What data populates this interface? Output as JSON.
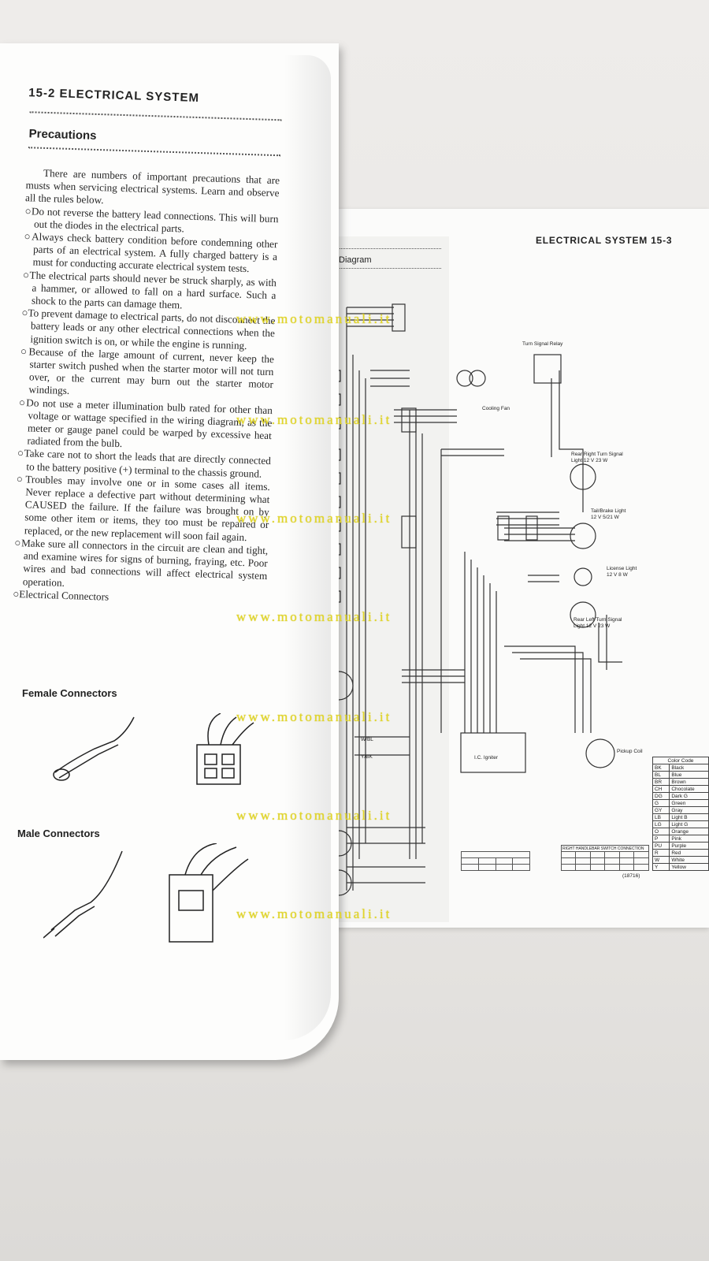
{
  "left_page": {
    "header": "15-2 ELECTRICAL SYSTEM",
    "section_title": "Precautions",
    "paragraphs": [
      "There are numbers of important precautions that are musts when servicing electrical systems. Learn and observe all the rules below.",
      "○Do not reverse the battery lead connections. This will burn out the diodes in the electrical parts.",
      "○Always check battery condition before condemning other parts of an electrical system. A fully charged battery is a must for conducting accurate electrical system tests.",
      "○The electrical parts should never be struck sharply, as with a hammer, or allowed to fall on a hard surface. Such a shock to the parts can damage them.",
      "○To prevent damage to electrical parts, do not disconnect the battery leads or any other electrical connections when the ignition switch is on, or while the engine is running.",
      "○Because of the large amount of current, never keep the starter switch pushed when the starter motor will not turn over, or the current may burn out the starter motor windings.",
      "○Do not use a meter illumination bulb rated for other than voltage or wattage specified in the wiring diagram, as the meter or gauge panel could be warped by excessive heat radiated from the bulb.",
      "○Take care not to short the leads that are directly connected to the battery positive (+) terminal to the chassis ground.",
      "○Troubles may involve one or in some cases all items. Never replace a defective part without determining what CAUSED the failure. If the failure was brought on by some other item or items, they too must be repaired or replaced, or the new replacement will soon fail again.",
      "○Make sure all connectors in the circuit are clean and tight, and examine wires for signs of burning, fraying, etc. Poor wires and bad connections will affect electrical system operation.",
      "○Electrical Connectors"
    ],
    "female_label": "Female Connectors",
    "male_label": "Male Connectors"
  },
  "right_page": {
    "header": "ELECTRICAL SYSTEM 15-3",
    "subheader": "Diagram",
    "labels": {
      "turn_relay": "Turn Signal Relay",
      "cooling_fan": "Cooling Fan",
      "rear_right": "Rear Right Turn Signal\nLight 12 V 23 W",
      "tail_brake": "Tail/Brake Light\n12 V 5/21 W",
      "license": "License Light\n12 V 8 W",
      "rear_left": "Rear Left Turn Signal\nLight 12 V 23 W",
      "ic_igniter": "I.C. Igniter",
      "pickup_coil": "Pickup Coil",
      "wbl": "W/BL",
      "ybk": "Y/BK",
      "right_switch": "RIGHT HANDLEBAR SWITCH CONNECTION",
      "figure_no": "(18716)"
    },
    "color_code": {
      "title": "Color Code",
      "rows": [
        [
          "BK",
          "Black"
        ],
        [
          "BL",
          "Blue"
        ],
        [
          "BR",
          "Brown"
        ],
        [
          "CH",
          "Chocolate"
        ],
        [
          "DG",
          "Dark G"
        ],
        [
          "G",
          "Green"
        ],
        [
          "GY",
          "Gray"
        ],
        [
          "LB",
          "Light B"
        ],
        [
          "LG",
          "Light G"
        ],
        [
          "O",
          "Orange"
        ],
        [
          "P",
          "Pink"
        ],
        [
          "PU",
          "Purple"
        ],
        [
          "R",
          "Red"
        ],
        [
          "W",
          "White"
        ],
        [
          "Y",
          "Yellow"
        ]
      ]
    }
  },
  "watermark": "www.motomanuali.it"
}
